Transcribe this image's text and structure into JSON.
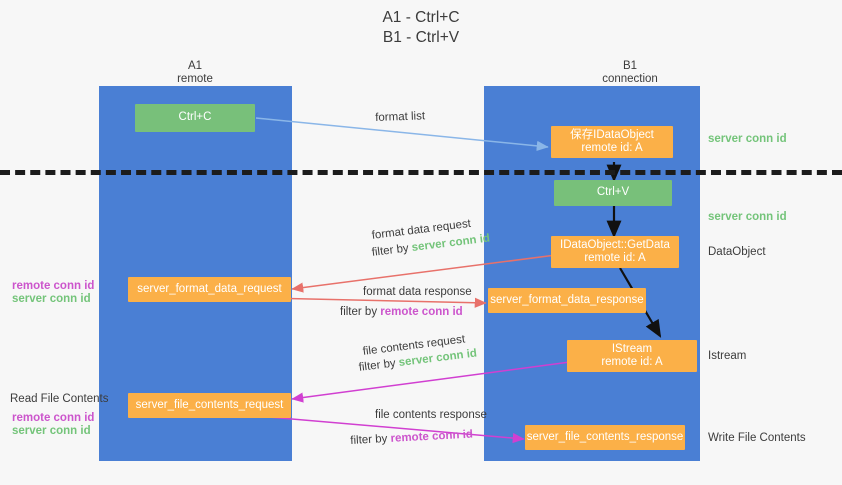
{
  "title": {
    "line1": "A1 - Ctrl+C",
    "line2": "B1 - Ctrl+V"
  },
  "lanes": [
    {
      "name": "A1",
      "sub": "remote"
    },
    {
      "name": "B1",
      "sub": "connection"
    }
  ],
  "boxes": {
    "ctrl_c": {
      "label": "Ctrl+C"
    },
    "ctrl_v": {
      "label": "Ctrl+V"
    },
    "save_idataobject": {
      "line1": "保存IDataObject",
      "line2": "remote id: A"
    },
    "getdata": {
      "line1": "IDataObject::GetData",
      "line2": "remote id: A"
    },
    "istream": {
      "line1": "IStream",
      "line2": "remote id: A"
    },
    "server_format_data_request": {
      "label": "server_format_data_request"
    },
    "server_format_data_response": {
      "label": "server_format_data_response"
    },
    "server_file_contents_request": {
      "label": "server_file_contents_request"
    },
    "server_file_contents_response": {
      "label": "server_file_contents_response"
    }
  },
  "edge_labels": {
    "format_list": "format list",
    "format_data_request": "format data request",
    "format_data_request_filter_prefix": "filter by ",
    "format_data_request_filter_key": "server conn id",
    "format_data_response": "format data response",
    "format_data_response_filter_prefix": "filter by ",
    "format_data_response_filter_key": "remote conn id",
    "file_contents_request": "file contents request",
    "file_contents_request_filter_prefix": "filter by ",
    "file_contents_request_filter_key": "server conn id",
    "file_contents_response": "file contents response",
    "file_contents_response_filter_prefix": "filter by ",
    "file_contents_response_filter_key": "remote conn id"
  },
  "annotations": {
    "server_conn_id_top": "server conn id",
    "server_conn_id_mid": "server conn id",
    "dataobject": "DataObject",
    "istream_label": "Istream",
    "write_file_contents": "Write File Contents",
    "read_file_contents": "Read File Contents",
    "left_remote_conn_id_1": "remote conn id",
    "left_server_conn_id_1": "server conn id",
    "left_remote_conn_id_2": "remote conn id",
    "left_server_conn_id_2": "server conn id"
  },
  "colors": {
    "lane": "#4a7fd4",
    "green_box": "#78c07a",
    "orange_box": "#fbb048",
    "server_conn_id": "#74c47a",
    "remote_conn_id": "#cc55cc",
    "arrow_format_list": "#8ab6e8",
    "arrow_format_data": "#e8716a",
    "arrow_file_contents": "#d13fd1",
    "arrow_internal": "#111111",
    "background": "#f7f7f7"
  }
}
